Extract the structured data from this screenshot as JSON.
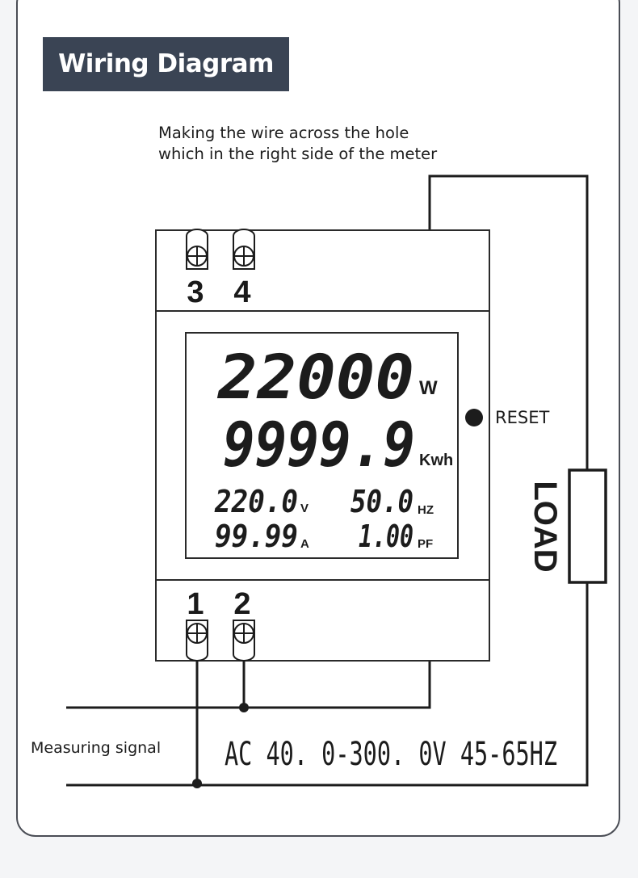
{
  "title": "Wiring Diagram",
  "note": {
    "line1": "Making the wire across the hole",
    "line2": "which in the right side of the meter"
  },
  "terminals": {
    "top_left": "3",
    "top_right": "4",
    "bottom_left": "1",
    "bottom_right": "2"
  },
  "display": {
    "power_value": "22000",
    "power_unit": "W",
    "energy_value": "9999.9",
    "energy_unit": "Kwh",
    "voltage_value": "220.0",
    "voltage_unit": "V",
    "frequency_value": "50.0",
    "frequency_unit": "HZ",
    "current_value": "99.99",
    "current_unit": "A",
    "pf_value": "1.00",
    "pf_unit": "PF"
  },
  "reset_label": "RESET",
  "load_label": "LOAD",
  "signal_label": "Measuring signal",
  "spec_label": "AC 40. 0-300. 0V 45-65HZ",
  "colors": {
    "title_bg": "#3a4454",
    "line": "#1c1c1c",
    "card_border": "#4a4d55"
  }
}
